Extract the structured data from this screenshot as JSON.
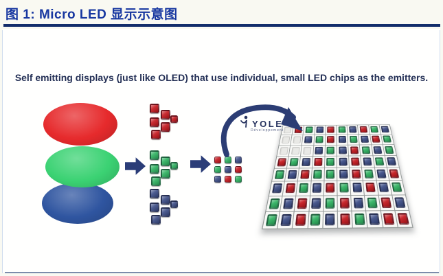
{
  "figure": {
    "title": "图 1:  Micro LED 显示示意图",
    "caption": "Self emitting displays (just like OLED) that use individual, small LED chips as the emitters.",
    "logo": {
      "name": "YOLE",
      "subtitle": "Développement"
    }
  },
  "diagram": {
    "colors": {
      "title_blue": "#1737a0",
      "rule_navy": "#132d6b",
      "arrow_navy": "#2b3d78",
      "chip_red": "#c4161c",
      "chip_green": "#2db15f",
      "chip_navy": "#3a4b85",
      "wafer_red": "#e62a2c",
      "wafer_green": "#3bd273",
      "wafer_blue": "#2f55a0"
    },
    "wafers": [
      {
        "name": "red-led-wafer",
        "color": "wafer_red"
      },
      {
        "name": "blue-led-wafer",
        "color": "wafer_blue"
      },
      {
        "name": "green-led-wafer",
        "color": "wafer_green"
      }
    ],
    "clusters": [
      {
        "name": "red-chip-cluster",
        "color": "chip_red"
      },
      {
        "name": "green-chip-cluster",
        "color": "chip_green"
      },
      {
        "name": "blue-chip-cluster",
        "color": "chip_navy"
      }
    ],
    "mini_grid": {
      "rows": [
        "RGB",
        "GBR",
        "BRG"
      ]
    },
    "led_array": {
      "rows": [
        "ERGBRGBRGB",
        "EEBGRBGBRG",
        "EEEBGBRGBG",
        "RGBRGBRBGB",
        "GBRGGBRGBR",
        "BRGBRGBRBG",
        "GBRBGRBGRB",
        "GBRGBRGBRR"
      ],
      "legend": {
        "R": "chip_red",
        "G": "chip_green",
        "B": "chip_navy",
        "E": "empty"
      }
    }
  }
}
